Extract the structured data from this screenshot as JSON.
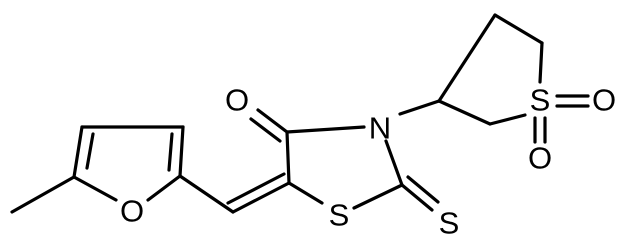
{
  "molecule": {
    "atoms": {
      "ring_o": "O",
      "carbonyl_o": "O",
      "n": "N",
      "ring_s": "S",
      "thione_s": "S",
      "sulfone_s": "S",
      "sulfone_o1": "O",
      "sulfone_o2": "O"
    }
  },
  "colors": {
    "bond": "#000000",
    "label": "#000000",
    "background": "#ffffff"
  }
}
